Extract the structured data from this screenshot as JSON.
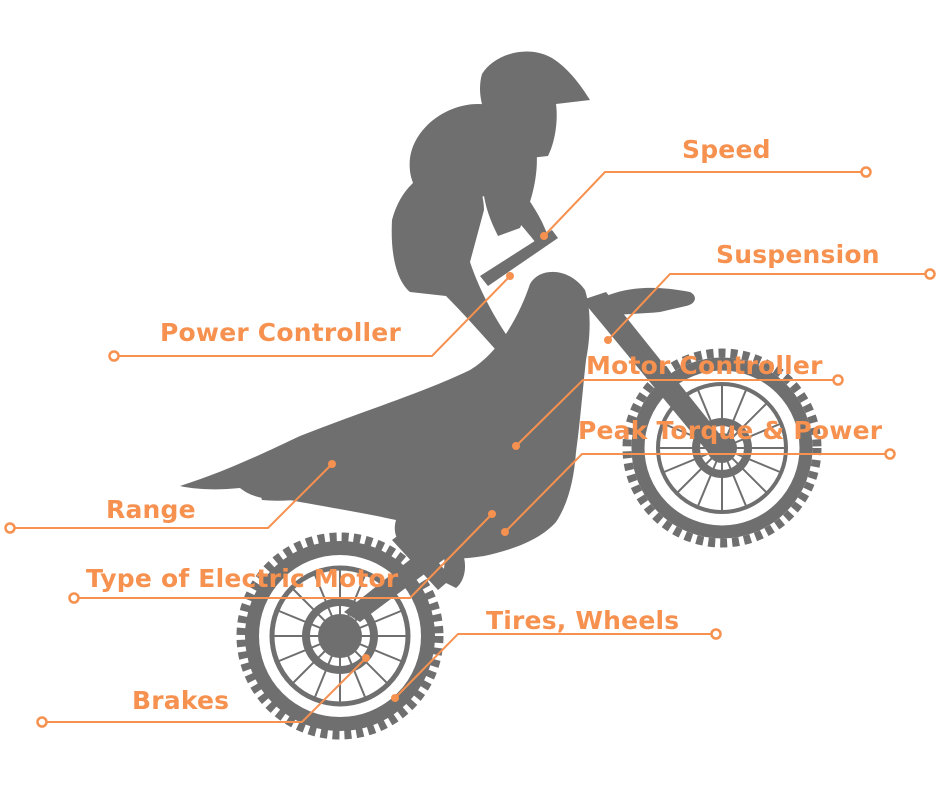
{
  "colors": {
    "accent": "#F6914F",
    "silhouette": "#6F6F6F",
    "background": "#FFFFFF"
  },
  "labels": {
    "speed": "Speed",
    "suspension": "Suspension",
    "power_controller": "Power Controller",
    "motor_controller": "Motor Controller",
    "peak_torque_power": "Peak Torque & Power",
    "range": "Range",
    "type_of_electric_motor": "Type of Electric Motor",
    "tires_wheels": "Tires, Wheels",
    "brakes": "Brakes"
  }
}
